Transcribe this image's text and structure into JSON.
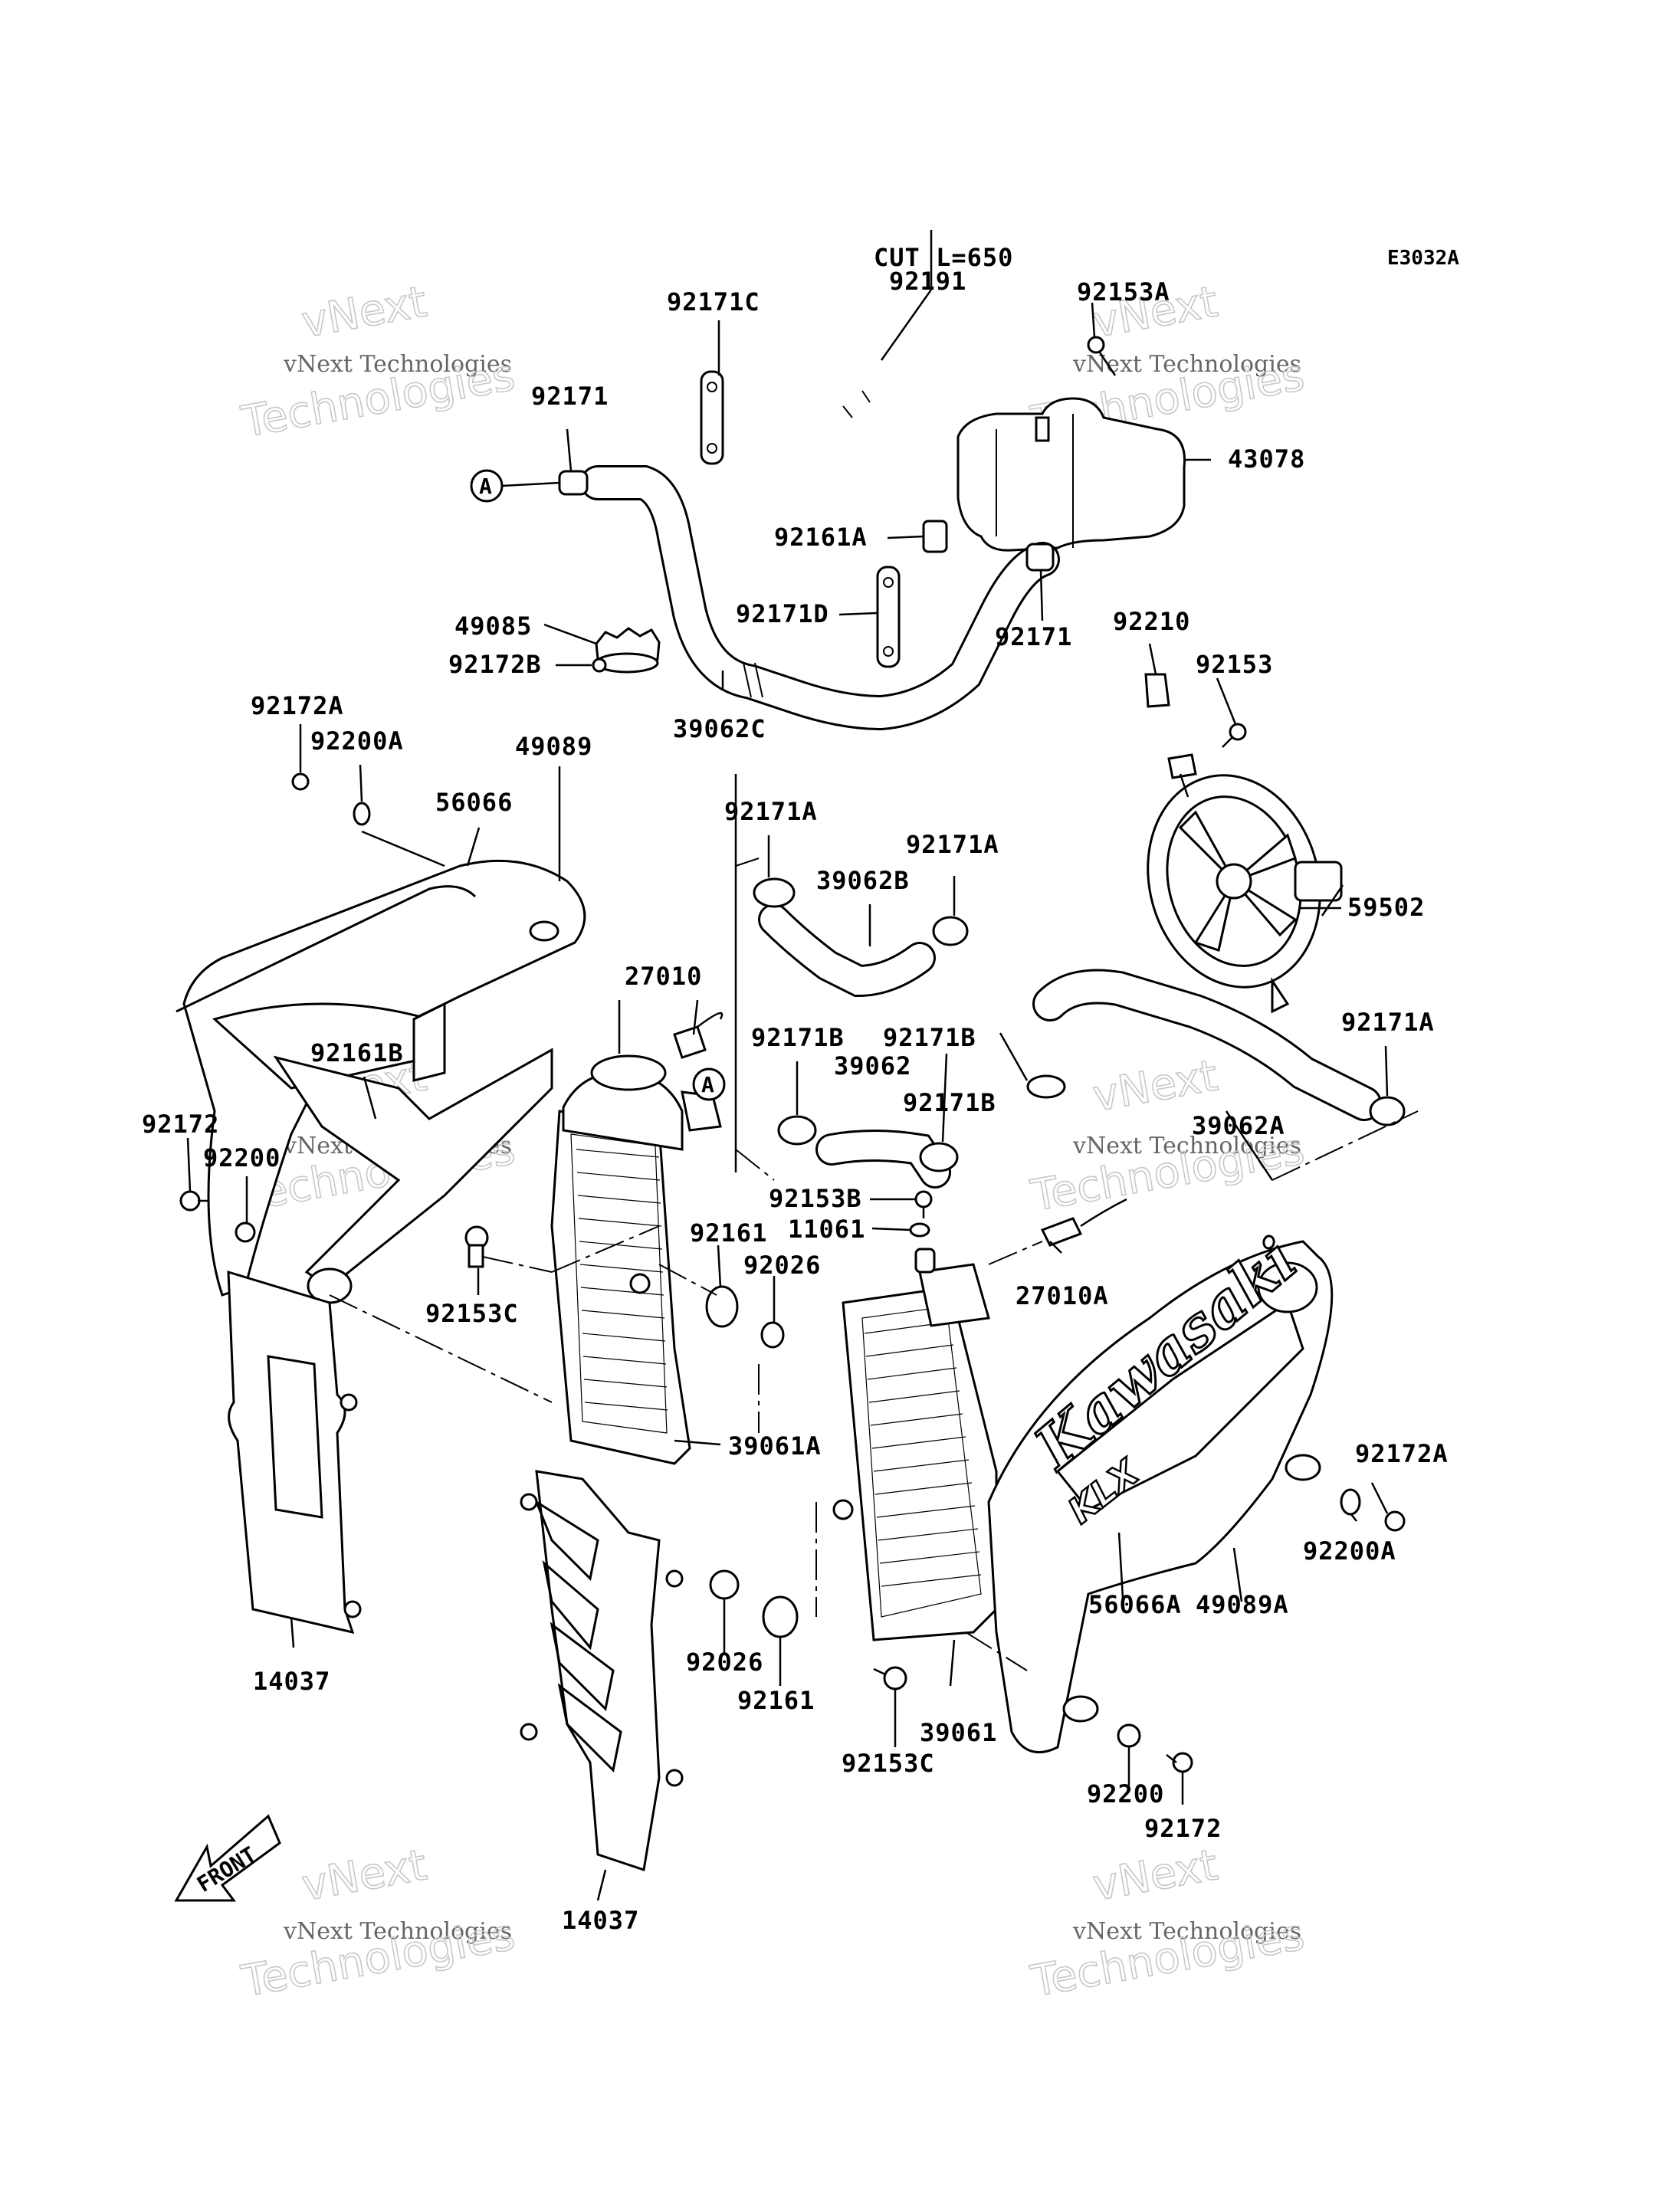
{
  "diagram_code": "E3032A",
  "hose_note_line1": "CUT L=650",
  "callout_marker": "A",
  "front_label": "FRONT",
  "brand_text": "Kawasaki",
  "model_text": "KLX",
  "watermark_small": "vNext Technologies",
  "watermark_large": "Technologies",
  "watermark_vnext": "vNext",
  "parts": {
    "p92191": "92191",
    "p92171C": "92171C",
    "p92153A": "92153A",
    "p92171_top": "92171",
    "p43078": "43078",
    "p92161A": "92161A",
    "p92171D": "92171D",
    "p92171_mid": "92171",
    "p49085": "49085",
    "p92172B": "92172B",
    "p39062C": "39062C",
    "p92210": "92210",
    "p92153": "92153",
    "p92172A_left": "92172A",
    "p92200A_left": "92200A",
    "p49089": "49089",
    "p56066": "56066",
    "p92171A_1": "92171A",
    "p39062B": "39062B",
    "p92171A_2": "92171A",
    "p59502": "59502",
    "p27010": "27010",
    "p92161B": "92161B",
    "p92171B_1": "92171B",
    "p92171B_2": "92171B",
    "p39062": "39062",
    "p92171B_3": "92171B",
    "p92171A_3": "92171A",
    "p39062A": "39062A",
    "p92172_left": "92172",
    "p92200_left": "92200",
    "p92153B": "92153B",
    "p11061": "11061",
    "p92161_mid": "92161",
    "p92026_mid": "92026",
    "p27010A": "27010A",
    "p92153C_left": "92153C",
    "p39061A": "39061A",
    "p92172A_right": "92172A",
    "p92200A_right": "92200A",
    "p56066A": "56066A",
    "p49089A": "49089A",
    "p14037_left": "14037",
    "p92026_low": "92026",
    "p92161_low": "92161",
    "p39061": "39061",
    "p92153C_right": "92153C",
    "p92200_right": "92200",
    "p92172_right": "92172",
    "p14037_bottom": "14037"
  }
}
